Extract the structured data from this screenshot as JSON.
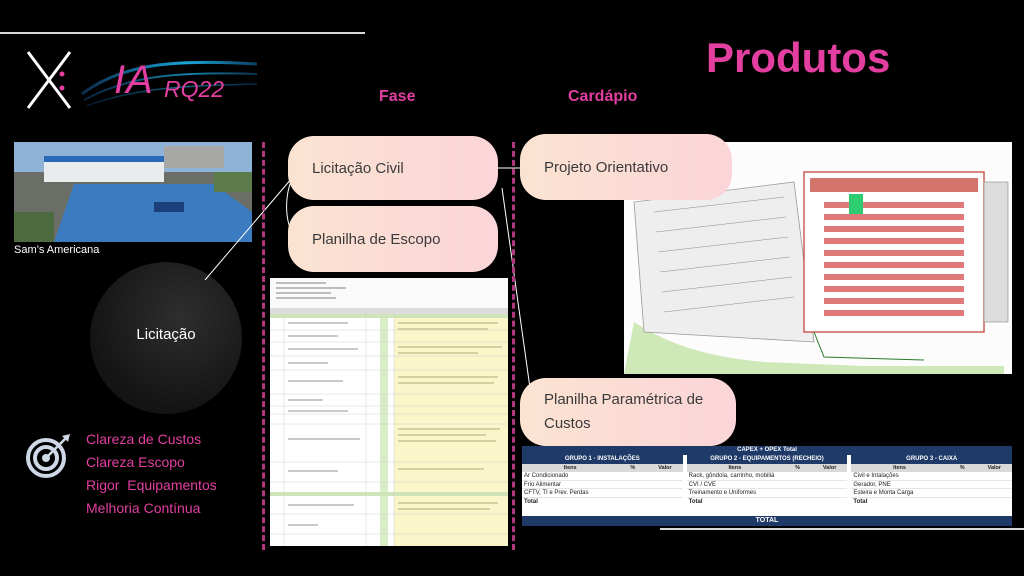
{
  "logo": {
    "ia": "IA",
    "rq": "RQ22"
  },
  "page_title": "Produtos",
  "columns": {
    "fase": "Fase",
    "cardapio": "Cardápio"
  },
  "photo_caption": "Sam’s Americana",
  "circle_label": "Licitação",
  "fase_items": [
    "Licitação Civil",
    "Planilha de Escopo"
  ],
  "cardapio_items": [
    "Projeto Orientativo",
    "Planilha Paramétrica de Custos"
  ],
  "bullets": [
    "Clareza de Custos",
    "Clareza Escopo",
    "Rigor  Equipamentos",
    "Melhoria Contínua"
  ],
  "capex": {
    "title": "CAPEX + OPEX Total",
    "total_label": "TOTAL",
    "col_items": "Itens",
    "col_pct": "%",
    "col_valor": "Valor",
    "groups": [
      {
        "title": "GRUPO 1 - INSTALAÇÕES",
        "rows": [
          "Ar Condicionado",
          "Frio Alimentar",
          "CFTV, TI e Prev. Perdas"
        ],
        "total": "Total"
      },
      {
        "title": "GRUPO 2 - EQUIPAMENTOS (RECHEIO)",
        "rows": [
          "Rack, gôndola, carrinho, mobiliá",
          "CVI / CVE",
          "Treinamento e Uniformes"
        ],
        "total": "Total"
      },
      {
        "title": "GRUPO 3 - CAIXA",
        "rows": [
          "Civil e Intalações",
          "Gerador, PNE",
          "Esteira e Monta Carga"
        ],
        "total": "Total"
      }
    ]
  },
  "colors": {
    "accent": "#e33fa1",
    "dash": "#b0367b",
    "navy": "#1f3a68"
  }
}
